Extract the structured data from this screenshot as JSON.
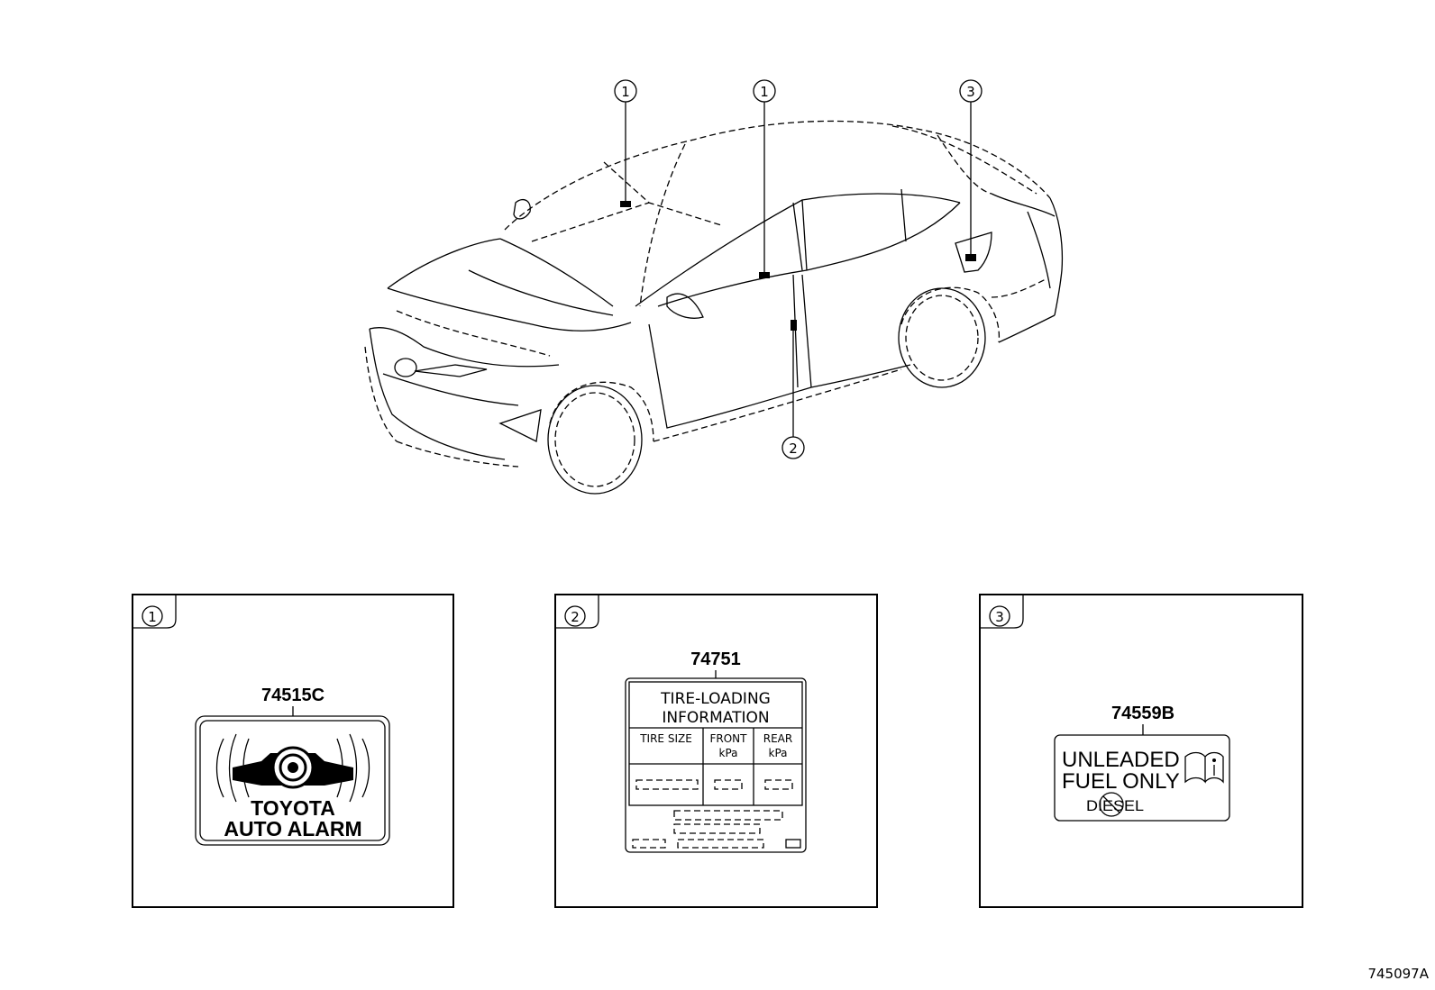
{
  "callouts": {
    "c1a": "1",
    "c1b": "1",
    "c2": "2",
    "c3": "3"
  },
  "panels": [
    {
      "index": "1",
      "part_number": "74515C",
      "label_line1": "TOYOTA",
      "label_line2": "AUTO ALARM"
    },
    {
      "index": "2",
      "part_number": "74751",
      "title_line1": "TIRE-LOADING",
      "title_line2": "INFORMATION",
      "col1": "TIRE SIZE",
      "col2_line1": "FRONT",
      "col2_line2": "kPa",
      "col3_line1": "REAR",
      "col3_line2": "kPa"
    },
    {
      "index": "3",
      "part_number": "74559B",
      "line1": "UNLEADED",
      "line2": "FUEL ONLY",
      "crossed_word": "DIESEL",
      "book_icon": "manual-info-icon"
    }
  ],
  "figure_id": "745097A"
}
